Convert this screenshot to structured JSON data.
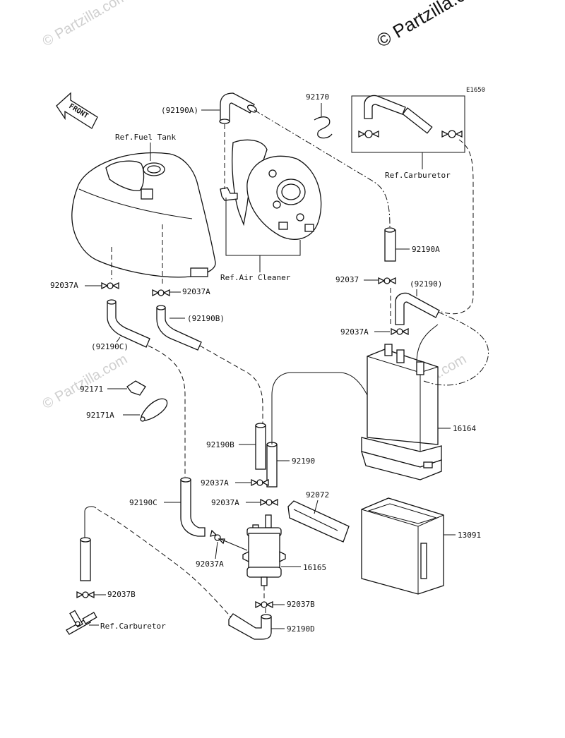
{
  "watermark": {
    "main": "© Partzilla.com",
    "faint": "© Partzilla.com"
  },
  "diagram_code": "E1650",
  "front_label": "FRONT",
  "refs": {
    "fuel_tank": "Ref.Fuel Tank",
    "air_cleaner": "Ref.Air Cleaner",
    "carburetor_top": "Ref.Carburetor",
    "carburetor_bottom": "Ref.Carburetor"
  },
  "callouts": {
    "p92190A_top": "(92190A)",
    "p92170": "92170",
    "p92190A_right": "92190A",
    "p92037_right": "92037",
    "p92190_paren": "(92190)",
    "p92037A_left": "92037A",
    "p92037A_mid": "92037A",
    "p92190B": "(92190B)",
    "p92190C_paren": "(92190C)",
    "p92037A_canister": "92037A",
    "p92171": "92171",
    "p92171A": "92171A",
    "p16164": "16164",
    "p92190B_plain": "92190B",
    "p92190": "92190",
    "p92037A_lower1": "92037A",
    "p92072": "92072",
    "p92037A_lower2": "92037A",
    "p92190C": "92190C",
    "p13091": "13091",
    "p92037A_filter": "92037A",
    "p16165": "16165",
    "p92037B_left": "92037B",
    "p92037B_right": "92037B",
    "p92190D": "92190D"
  }
}
